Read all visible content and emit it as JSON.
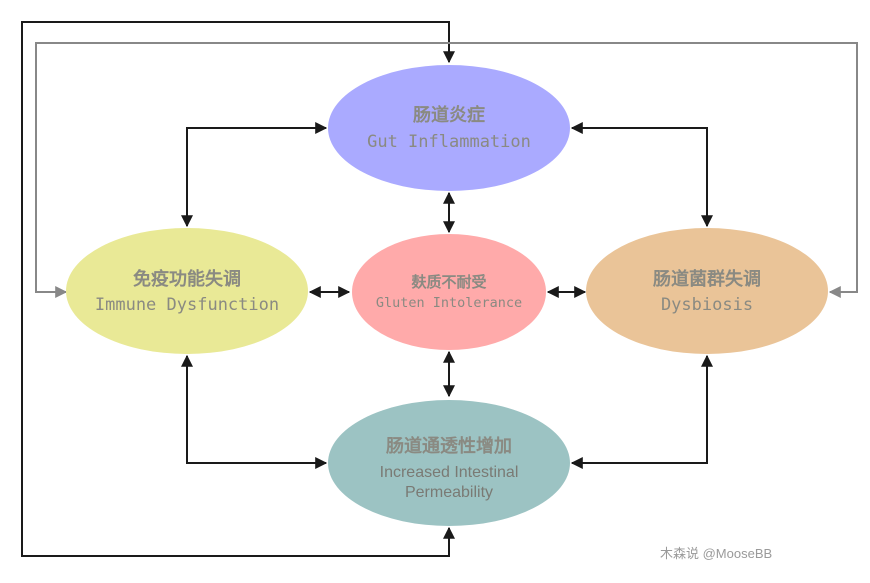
{
  "nodes": {
    "gut_inflammation": {
      "zh": "肠道炎症",
      "en": "Gut Inflammation",
      "color": "#aaaaff"
    },
    "immune_dysfunction": {
      "zh": "免疫功能失调",
      "en": "Immune Dysfunction",
      "color": "#e9e996"
    },
    "gluten_intolerance": {
      "zh": "麸质不耐受",
      "en": "Gluten Intolerance",
      "color": "#ffaaaa"
    },
    "dysbiosis": {
      "zh": "肠道菌群失调",
      "en": "Dysbiosis",
      "color": "#eac498"
    },
    "increased_permeability": {
      "zh": "肠道通透性增加",
      "en_line1": "Increased Intestinal",
      "en_line2": "Permeability",
      "color": "#9cc3c3"
    }
  },
  "watermark": "木森说 @MooseBB",
  "colors": {
    "black_arrow": "#1a1a1a",
    "gray_arrow": "#888888"
  }
}
